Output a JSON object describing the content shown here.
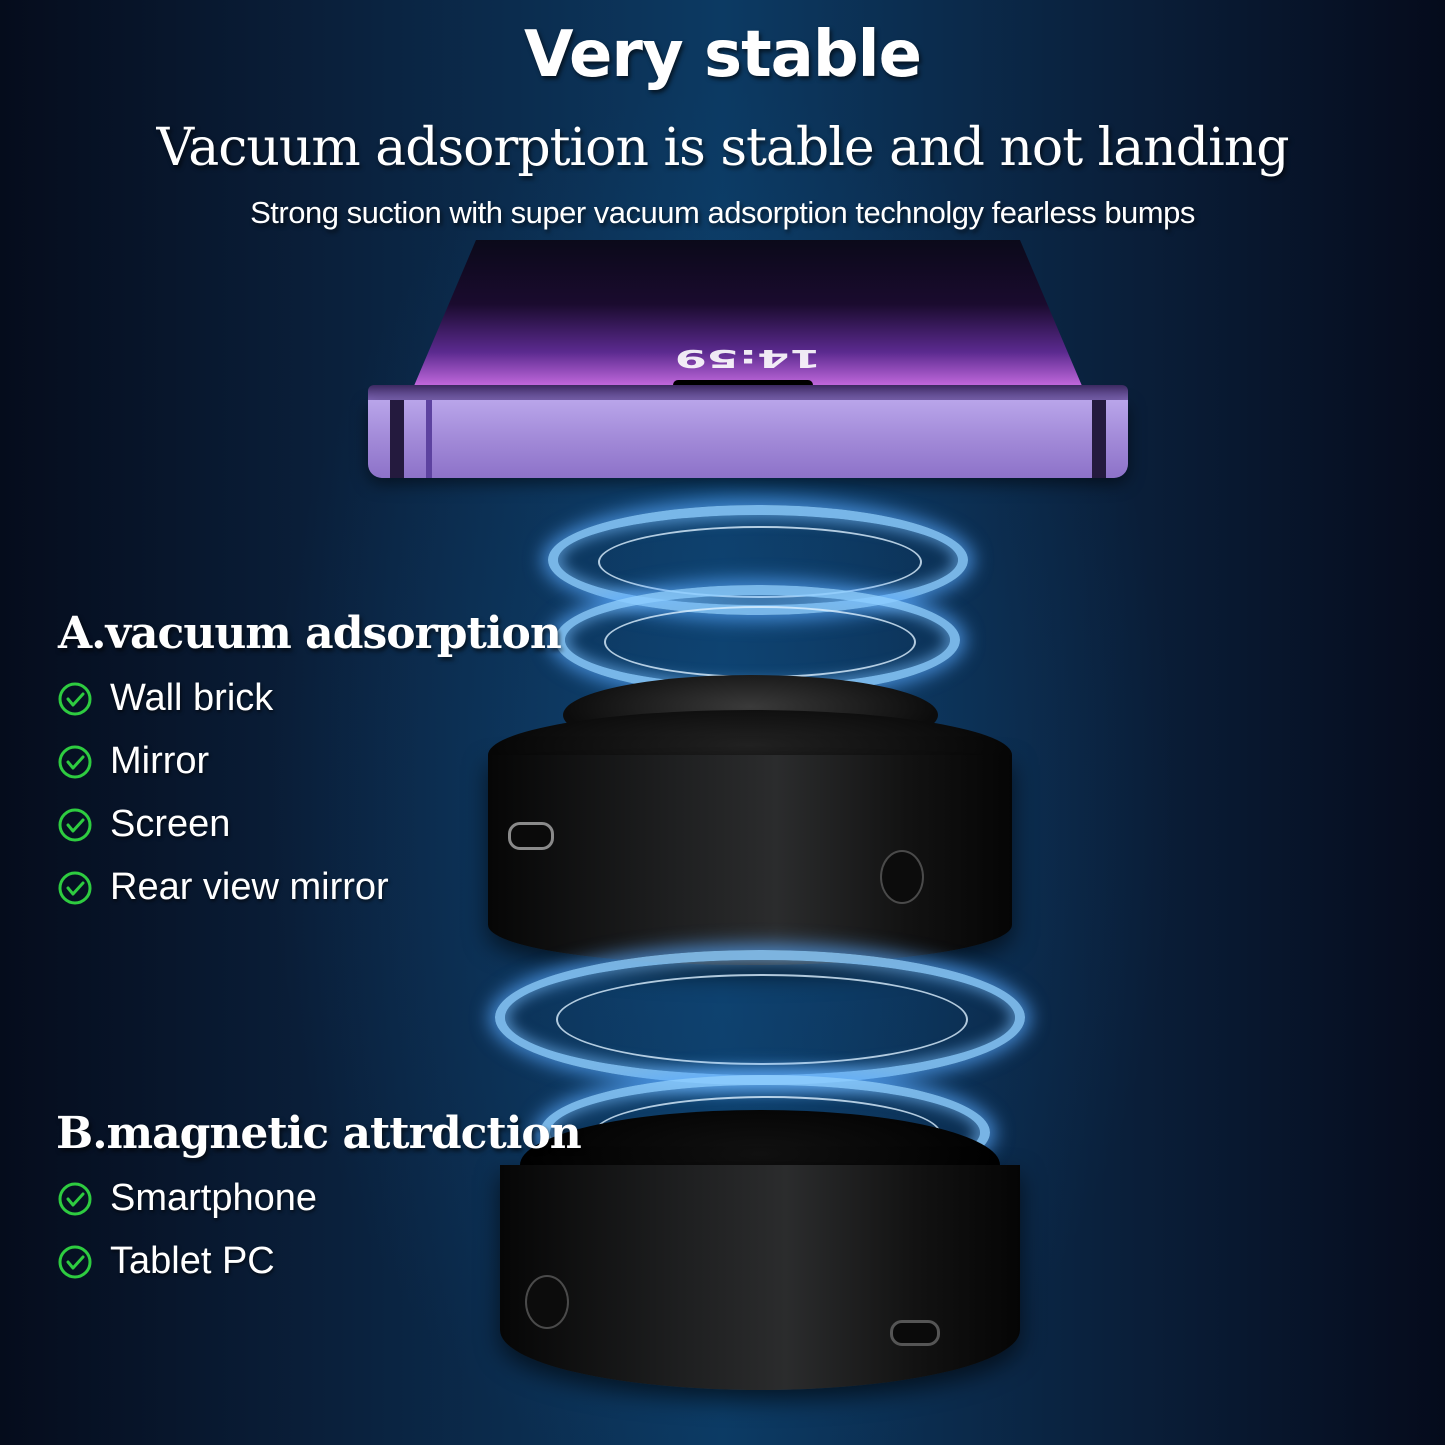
{
  "header": {
    "title": "Very stable",
    "subtitle": "Vacuum adsorption is stable and not landing",
    "description": "Strong suction with super vacuum adsorption technolgy fearless bumps"
  },
  "phone": {
    "clock_text": "14:59",
    "edge_color": "#a28ad8"
  },
  "features": {
    "a": {
      "title": "A.vacuum adsorption",
      "items": [
        "Wall brick",
        "Mirror",
        "Screen",
        "Rear view mirror"
      ]
    },
    "b": {
      "title": "B.magnetic attrdction",
      "items": [
        "Smartphone",
        "Tablet PC"
      ]
    }
  },
  "icons": {
    "check": "check-circle-icon",
    "usb_port": "usb-c-port-icon",
    "button": "power-button-icon"
  },
  "colors": {
    "check_green": "#2ecc40",
    "ring_glow": "#8ccdff",
    "background": "#0c3a63",
    "text": "#ffffff"
  }
}
